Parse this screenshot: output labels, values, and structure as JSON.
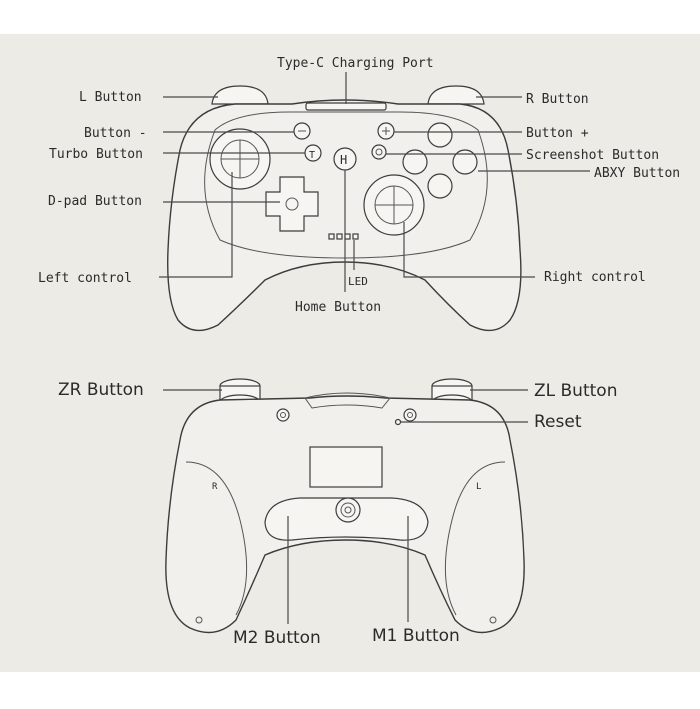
{
  "front": {
    "type_c_port": "Type-C Charging Port",
    "l_button": "L Button",
    "r_button": "R Button",
    "minus_button": "Button -",
    "plus_button": "Button +",
    "turbo_button": "Turbo Button",
    "screenshot_button": "Screenshot Button",
    "abxy_buttons": "ABXY Button",
    "dpad_button": "D-pad Button",
    "left_control": "Left control",
    "right_control": "Right control",
    "led": "LED",
    "home_button": "Home Button",
    "glyphs": {
      "turbo": "T",
      "home": "H"
    }
  },
  "back": {
    "zr_button": "ZR Button",
    "zl_button": "ZL Button",
    "reset": "Reset",
    "m2_button": "M2 Button",
    "m1_button": "M1 Button",
    "grip_letter_left": "R",
    "grip_letter_right": "L"
  }
}
